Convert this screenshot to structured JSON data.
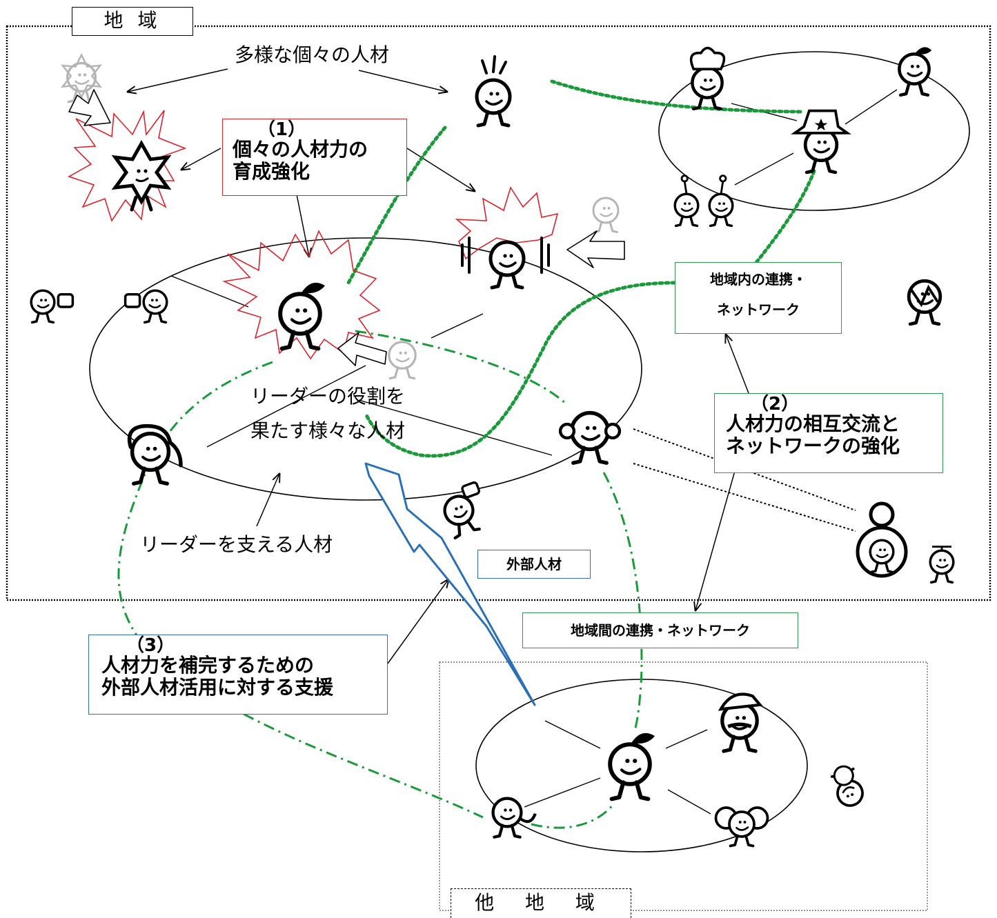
{
  "region_label": "地 域",
  "other_region_label": "他 地 域",
  "labels": {
    "diverse_talent": "多様な個々の人材",
    "leader_role_line1": "リーダーの役割を",
    "leader_role_line2": "果たす様々な人材",
    "supporting_talent": "リーダーを支える人材",
    "external_talent": "外部人材",
    "intra_network_line1": "地域内の連携・",
    "intra_network_line2": "ネットワーク",
    "inter_network": "地域間の連携・ネットワーク"
  },
  "boxes": {
    "b1": {
      "num": "（1）",
      "line1": "個々の人材力の",
      "line2": "育成強化"
    },
    "b2": {
      "num": "（2）",
      "line1": "人材力の相互交流と",
      "line2": "ネットワークの強化"
    },
    "b3": {
      "num": "（3）",
      "line1": "人材力を補完するための",
      "line2": "外部人材活用に対する支援"
    }
  },
  "colors": {
    "burst": "#e0202a",
    "intra_network_dots": "#1a9a3a",
    "inter_network_dashdot": "#1a9a3a",
    "support_arrow": "#2a6fb8",
    "box_red": "#e0202a",
    "box_green": "#2e9a4e",
    "box_blue": "#2a6fb8"
  }
}
